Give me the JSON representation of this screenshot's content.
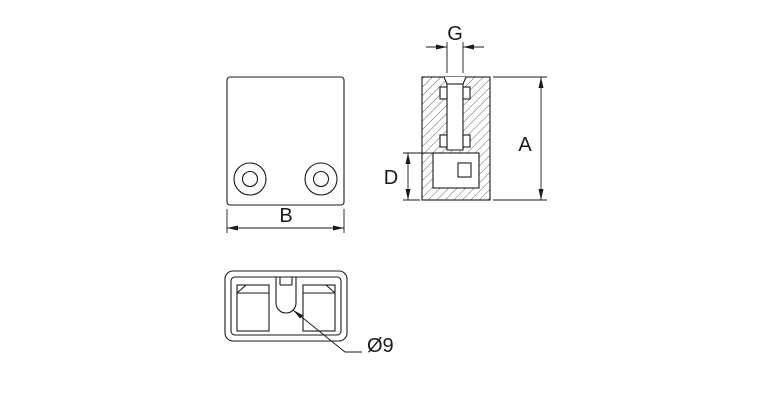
{
  "drawing": {
    "background": "#ffffff",
    "line_color": "#1a1a1a",
    "labels": {
      "slot_width": "G",
      "overall_height": "A",
      "base_height": "D",
      "overall_width": "B",
      "hole_diameter": "Ø9"
    }
  }
}
